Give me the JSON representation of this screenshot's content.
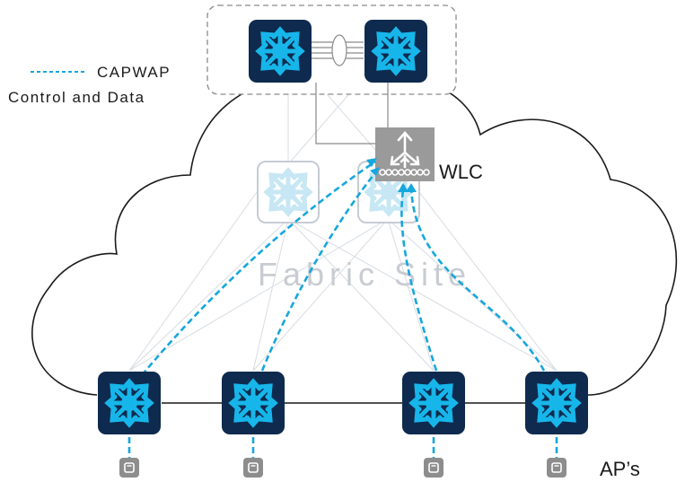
{
  "legend": {
    "line_label": "CAPWAP",
    "line_label_2": "Control and Data"
  },
  "labels": {
    "fabric_site": "Fabric Site",
    "wlc": "WLC",
    "aps": "AP’s"
  },
  "colors": {
    "switch_dark": "#0e2a4e",
    "switch_arrow": "#17b6ea",
    "switch_light_border": "#c6ccd4",
    "switch_light_arrow": "#c7e7f4",
    "capwap": "#16a7dc",
    "wlc_box": "#9a9a9a",
    "ap": "#8d8d8d",
    "cloud_stroke": "#1a1a1a",
    "mesh": "#d7dce2"
  },
  "icons": {
    "core_switch": "layer3-switch-icon",
    "distribution_switch": "layer3-switch-faded-icon",
    "edge_switch": "layer3-switch-icon",
    "wlc": "wireless-lan-controller-icon",
    "ap": "access-point-icon"
  }
}
